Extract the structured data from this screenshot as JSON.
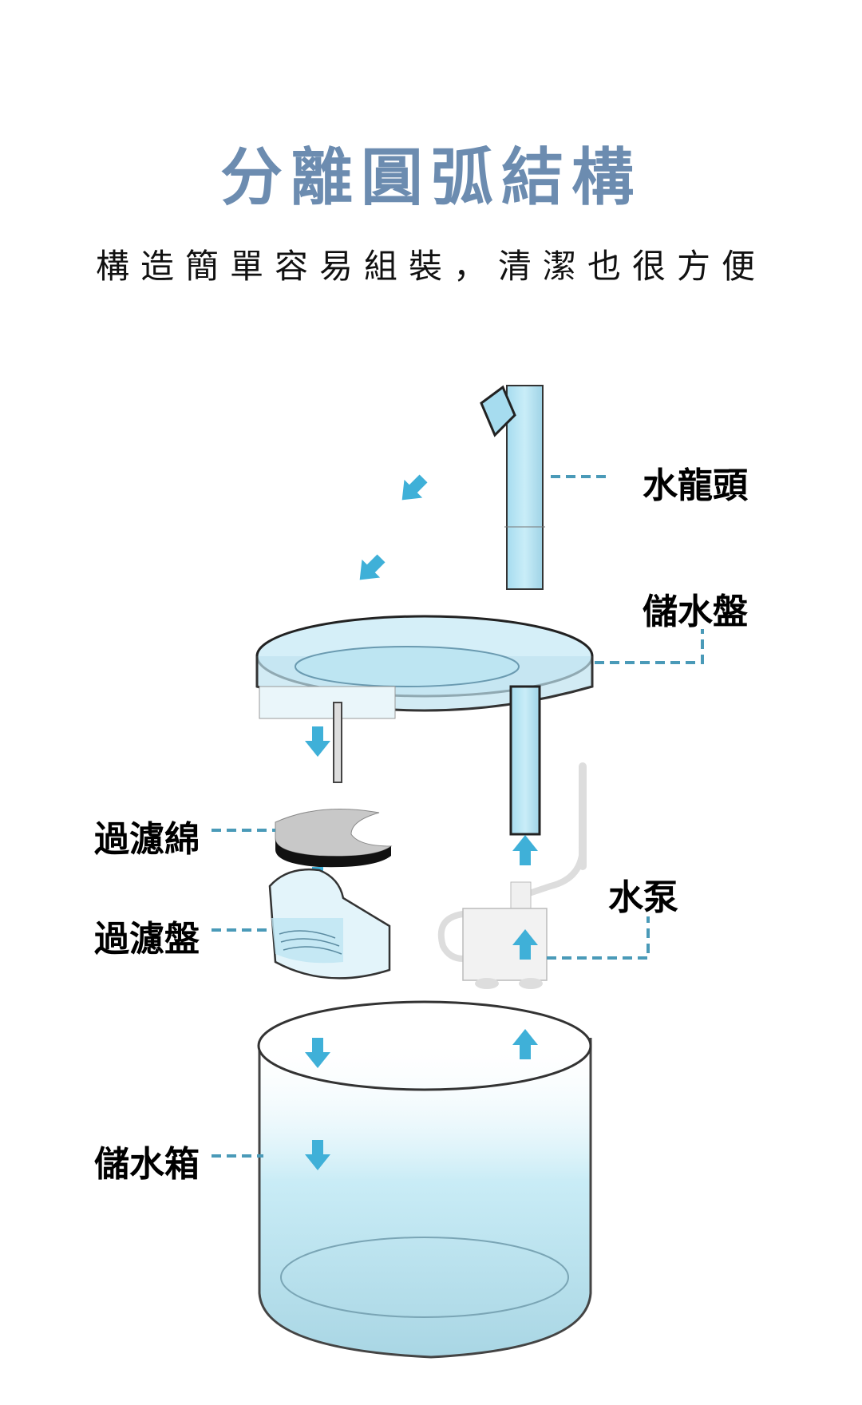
{
  "header": {
    "title": "分離圓弧結構",
    "subtitle": "構造簡單容易組裝，清潔也很方便"
  },
  "colors": {
    "title": "#6c8cb0",
    "arrow": "#3fb0d8",
    "water": "#bfe6f4",
    "leader_line": "#4a9ab8"
  },
  "parts": [
    {
      "id": "faucet",
      "label": "水龍頭"
    },
    {
      "id": "water-tray",
      "label": "儲水盤"
    },
    {
      "id": "filter-sponge",
      "label": "過濾綿"
    },
    {
      "id": "filter-tray",
      "label": "過濾盤"
    },
    {
      "id": "water-pump",
      "label": "水泵"
    },
    {
      "id": "water-tank",
      "label": "儲水箱"
    }
  ]
}
